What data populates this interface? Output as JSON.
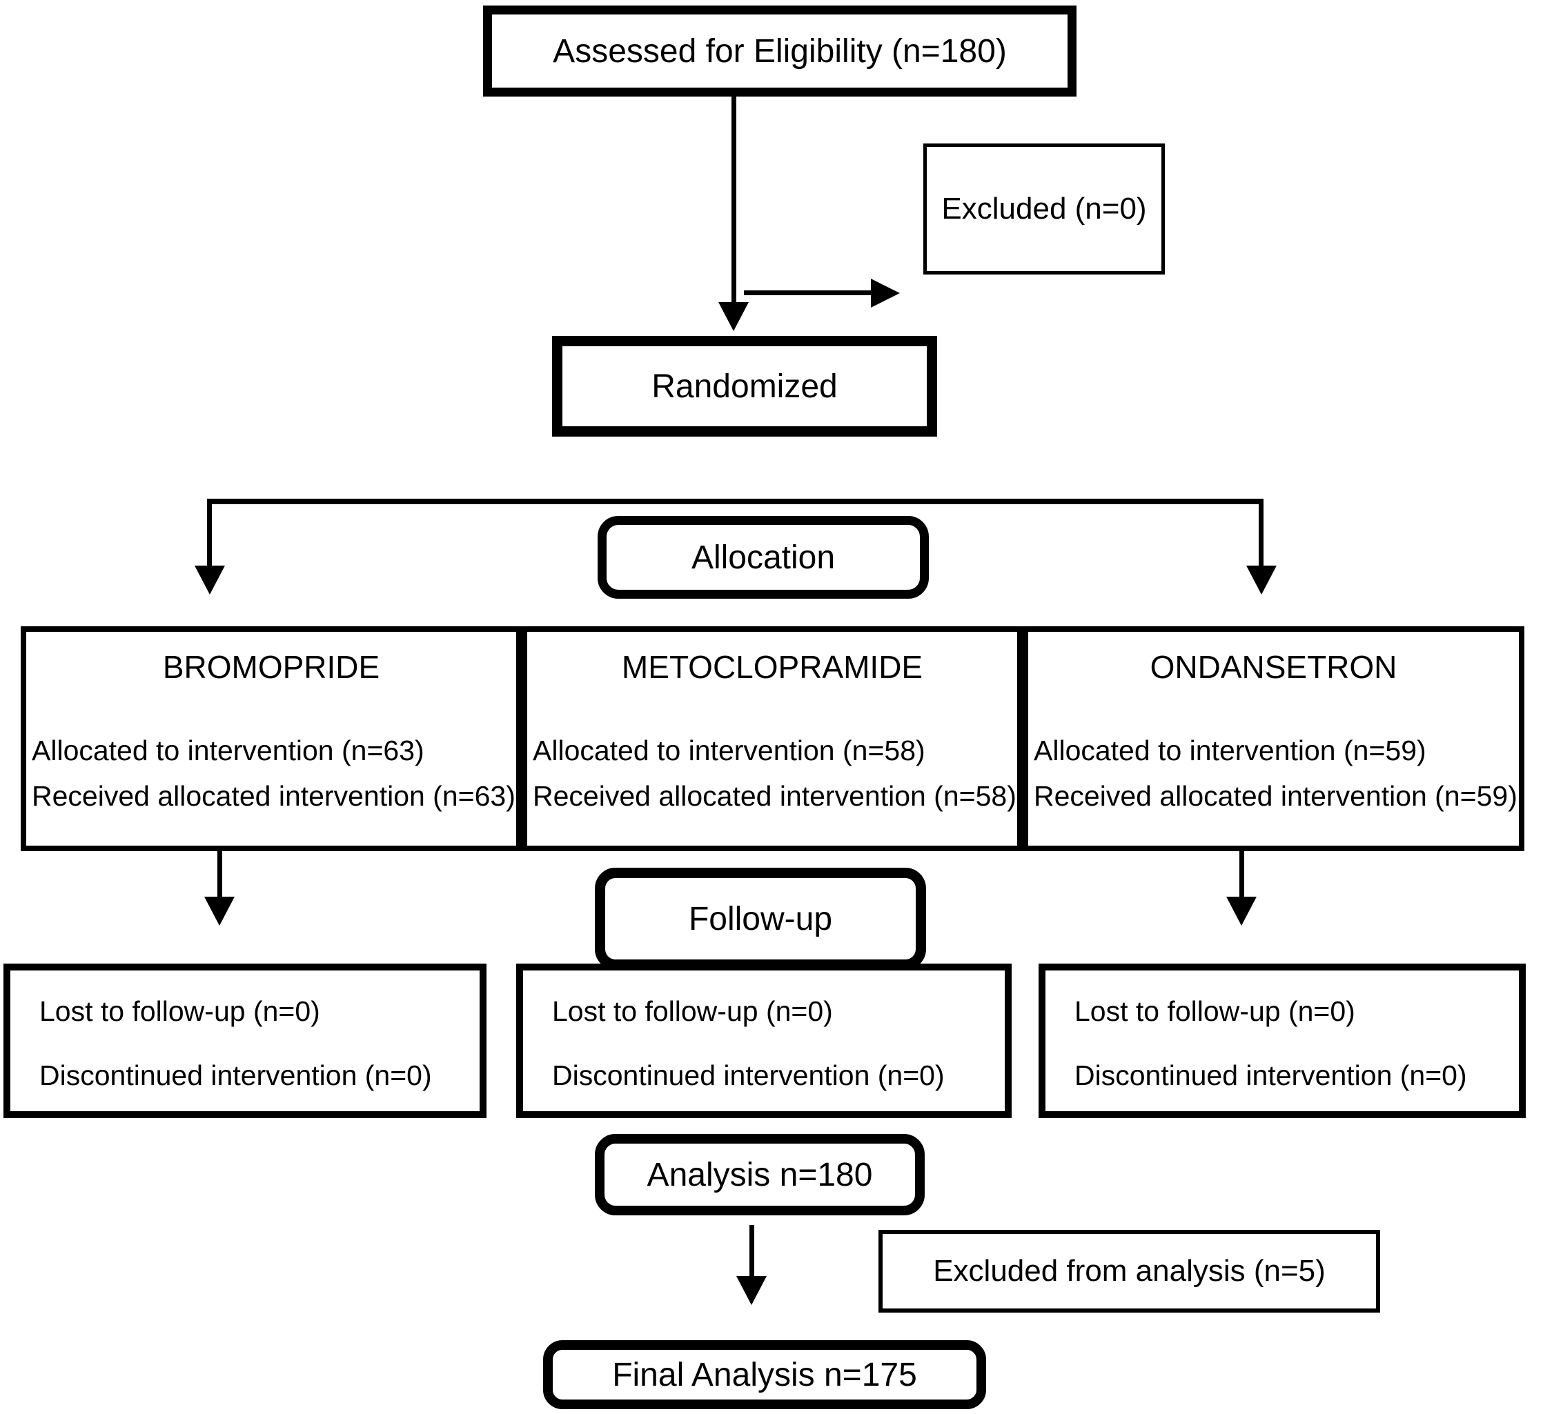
{
  "colors": {
    "ink": "#000000",
    "background": "#ffffff"
  },
  "diagram": {
    "assessed": "Assessed for Eligibility (n=180)",
    "excluded": "Excluded (n=0)",
    "randomized": "Randomized",
    "allocation": "Allocation",
    "arms": [
      {
        "title": "BROMOPRIDE",
        "line1": "Allocated to intervention (n=63)",
        "line2": "Received allocated intervention (n=63)"
      },
      {
        "title": "METOCLOPRAMIDE",
        "line1": "Allocated to intervention (n=58)",
        "line2": "Received allocated intervention (n=58)"
      },
      {
        "title": "ONDANSETRON",
        "line1": "Allocated to intervention (n=59)",
        "line2": "Received allocated intervention (n=59)"
      }
    ],
    "followup_label": "Follow-up",
    "followup_boxes": [
      {
        "line1": "Lost to follow-up (n=0)",
        "line2": "Discontinued intervention (n=0)"
      },
      {
        "line1": "Lost to follow-up (n=0)",
        "line2": "Discontinued intervention (n=0)"
      },
      {
        "line1": "Lost to follow-up (n=0)",
        "line2": "Discontinued intervention (n=0)"
      }
    ],
    "analysis": "Analysis n=180",
    "excluded_analysis": "Excluded from analysis (n=5)",
    "final_analysis": "Final Analysis n=175"
  }
}
